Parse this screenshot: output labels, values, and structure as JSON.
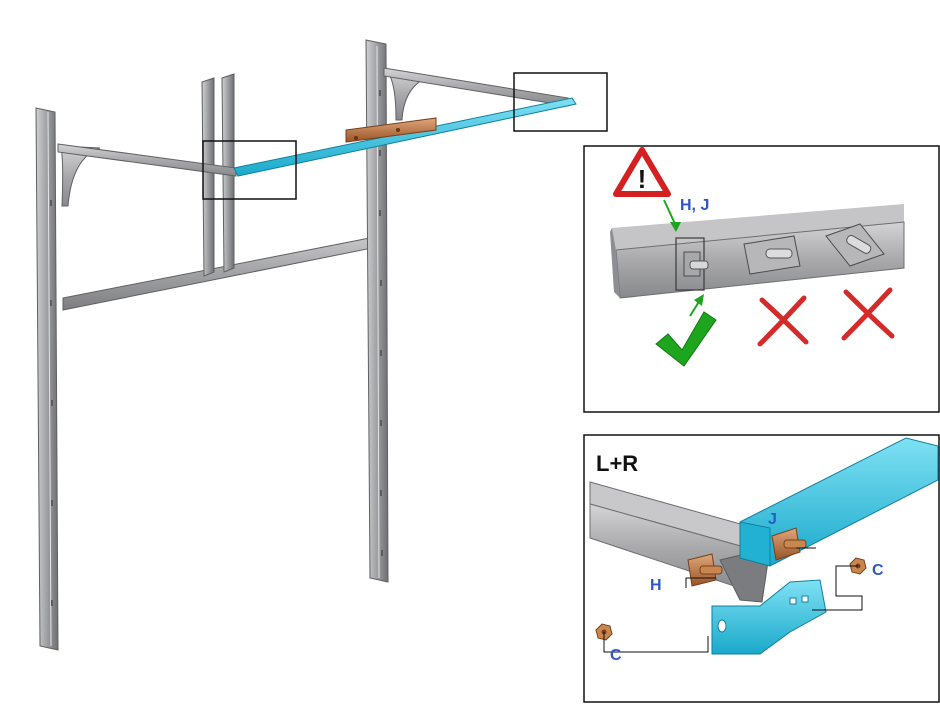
{
  "colors": {
    "steel_light": "#b4b4b6",
    "steel_mid": "#8e8f92",
    "steel_dark": "#5c5d60",
    "rail_cyan": "#35c6e6",
    "rail_cyan_dark": "#169cbd",
    "bracket_brown": "#b86a3c",
    "label_blue": "#2f56c8",
    "label_black": "#111111",
    "warning_red": "#d42020",
    "check_green": "#1ea51e",
    "cross_red": "#d42a2a",
    "frame_border": "#111111"
  },
  "detail_top": {
    "warning_icon": "warning-triangle-icon",
    "fastener_label": "H, J",
    "correct_icon": "checkmark-icon",
    "incorrect_icon": "cross-icon"
  },
  "detail_bottom": {
    "title": "L+R",
    "labels": {
      "h": "H",
      "j": "J",
      "c_left": "C",
      "c_right": "C"
    }
  }
}
